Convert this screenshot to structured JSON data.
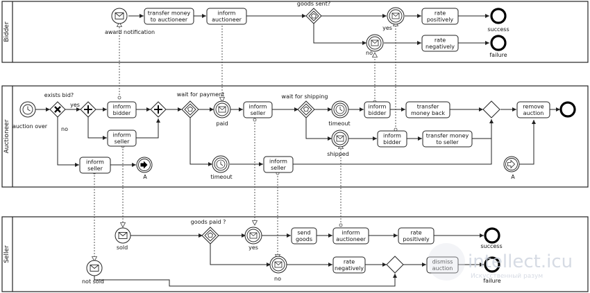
{
  "pools": {
    "bidder": "Bidder",
    "auctioneer": "Auctioneer",
    "seller": "Seller"
  },
  "bidder": {
    "award_notification": "award notification",
    "transfer_money_1": "transfer money",
    "transfer_money_2": "to auctioneer",
    "inform_auctioneer_1": "inform",
    "inform_auctioneer_2": "auctioneer",
    "goods_sent": "goods sent?",
    "yes": "yes",
    "no": "no",
    "rate_pos_1": "rate",
    "rate_pos_2": "positively",
    "rate_neg_1": "rate",
    "rate_neg_2": "negatively",
    "success": "success",
    "failure": "failure"
  },
  "auctioneer": {
    "auction_over": "auction over",
    "exists_bid": "exists bid?",
    "yes": "yes",
    "no": "no",
    "inform_bidder_1": "inform",
    "inform_bidder_2": "bidder",
    "inform_seller_top_1": "inform",
    "inform_seller_top_2": "seller",
    "inform_seller_low_1": "inform",
    "inform_seller_low_2": "seller",
    "link_a": "A",
    "wait_payment": "wait for payment",
    "paid": "paid",
    "timeout_payment": "timeout",
    "inform_seller_mid_1": "inform",
    "inform_seller_mid_2": "seller",
    "inform_seller_bot_1": "inform",
    "inform_seller_bot_2": "seller",
    "wait_shipping": "wait for shipping",
    "timeout_shipping": "timeout",
    "shipped": "shipped",
    "inform_bidder_s_1": "inform",
    "inform_bidder_s_2": "bidder",
    "inform_bidder_t_1": "inform",
    "inform_bidder_t_2": "bidder",
    "transfer_back_1": "transfer",
    "transfer_back_2": "money back",
    "transfer_seller_1": "transfer money",
    "transfer_seller_2": "to seller",
    "remove_auction_1": "remove",
    "remove_auction_2": "auction",
    "link_a2": "A"
  },
  "seller": {
    "sold": "sold",
    "not_sold": "not sold",
    "goods_paid": "goods paid ?",
    "yes": "yes",
    "no": "no",
    "send_goods_1": "send",
    "send_goods_2": "goods",
    "inform_auctioneer_1": "inform",
    "inform_auctioneer_2": "auctioneer",
    "rate_pos_1": "rate",
    "rate_pos_2": "positively",
    "rate_neg_1": "rate",
    "rate_neg_2": "negatively",
    "dismiss_1": "dismiss",
    "dismiss_2": "auction",
    "success": "success",
    "failure": "failure"
  },
  "watermark": {
    "brand": "intellect.icu",
    "tagline": "Искусственный разум"
  }
}
